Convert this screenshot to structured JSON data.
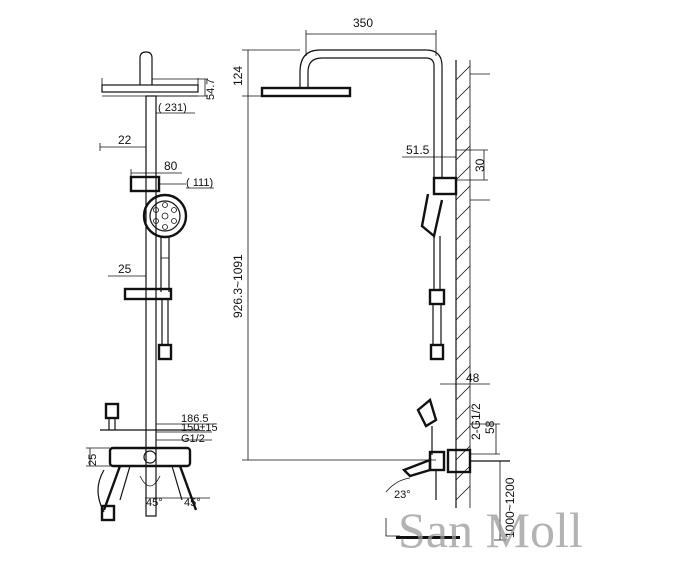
{
  "dimensions": {
    "arm_length": "350",
    "head_height_right": "124",
    "head_height_left": "54.7",
    "head_diameter": "( 231)",
    "rail_offset": "22",
    "holder_width": "80",
    "hand_shower_diameter": "( 111)",
    "slider_offset": "25",
    "wall_offset": "51.5",
    "top_bracket": "30",
    "total_height": "926.3~1091",
    "rail_wall_gap": "48",
    "connection_thread": "2-G1/2",
    "connection_offset": "58",
    "mount_height": "1000~1200",
    "mixer_width": "186.5",
    "center_distance": "150±15",
    "inlet_thread": "G1/2",
    "inlet_height": "25",
    "handle_angle_left": "45°",
    "handle_angle_right": "45°",
    "lever_angle": "23°"
  },
  "watermark": "San Moll"
}
